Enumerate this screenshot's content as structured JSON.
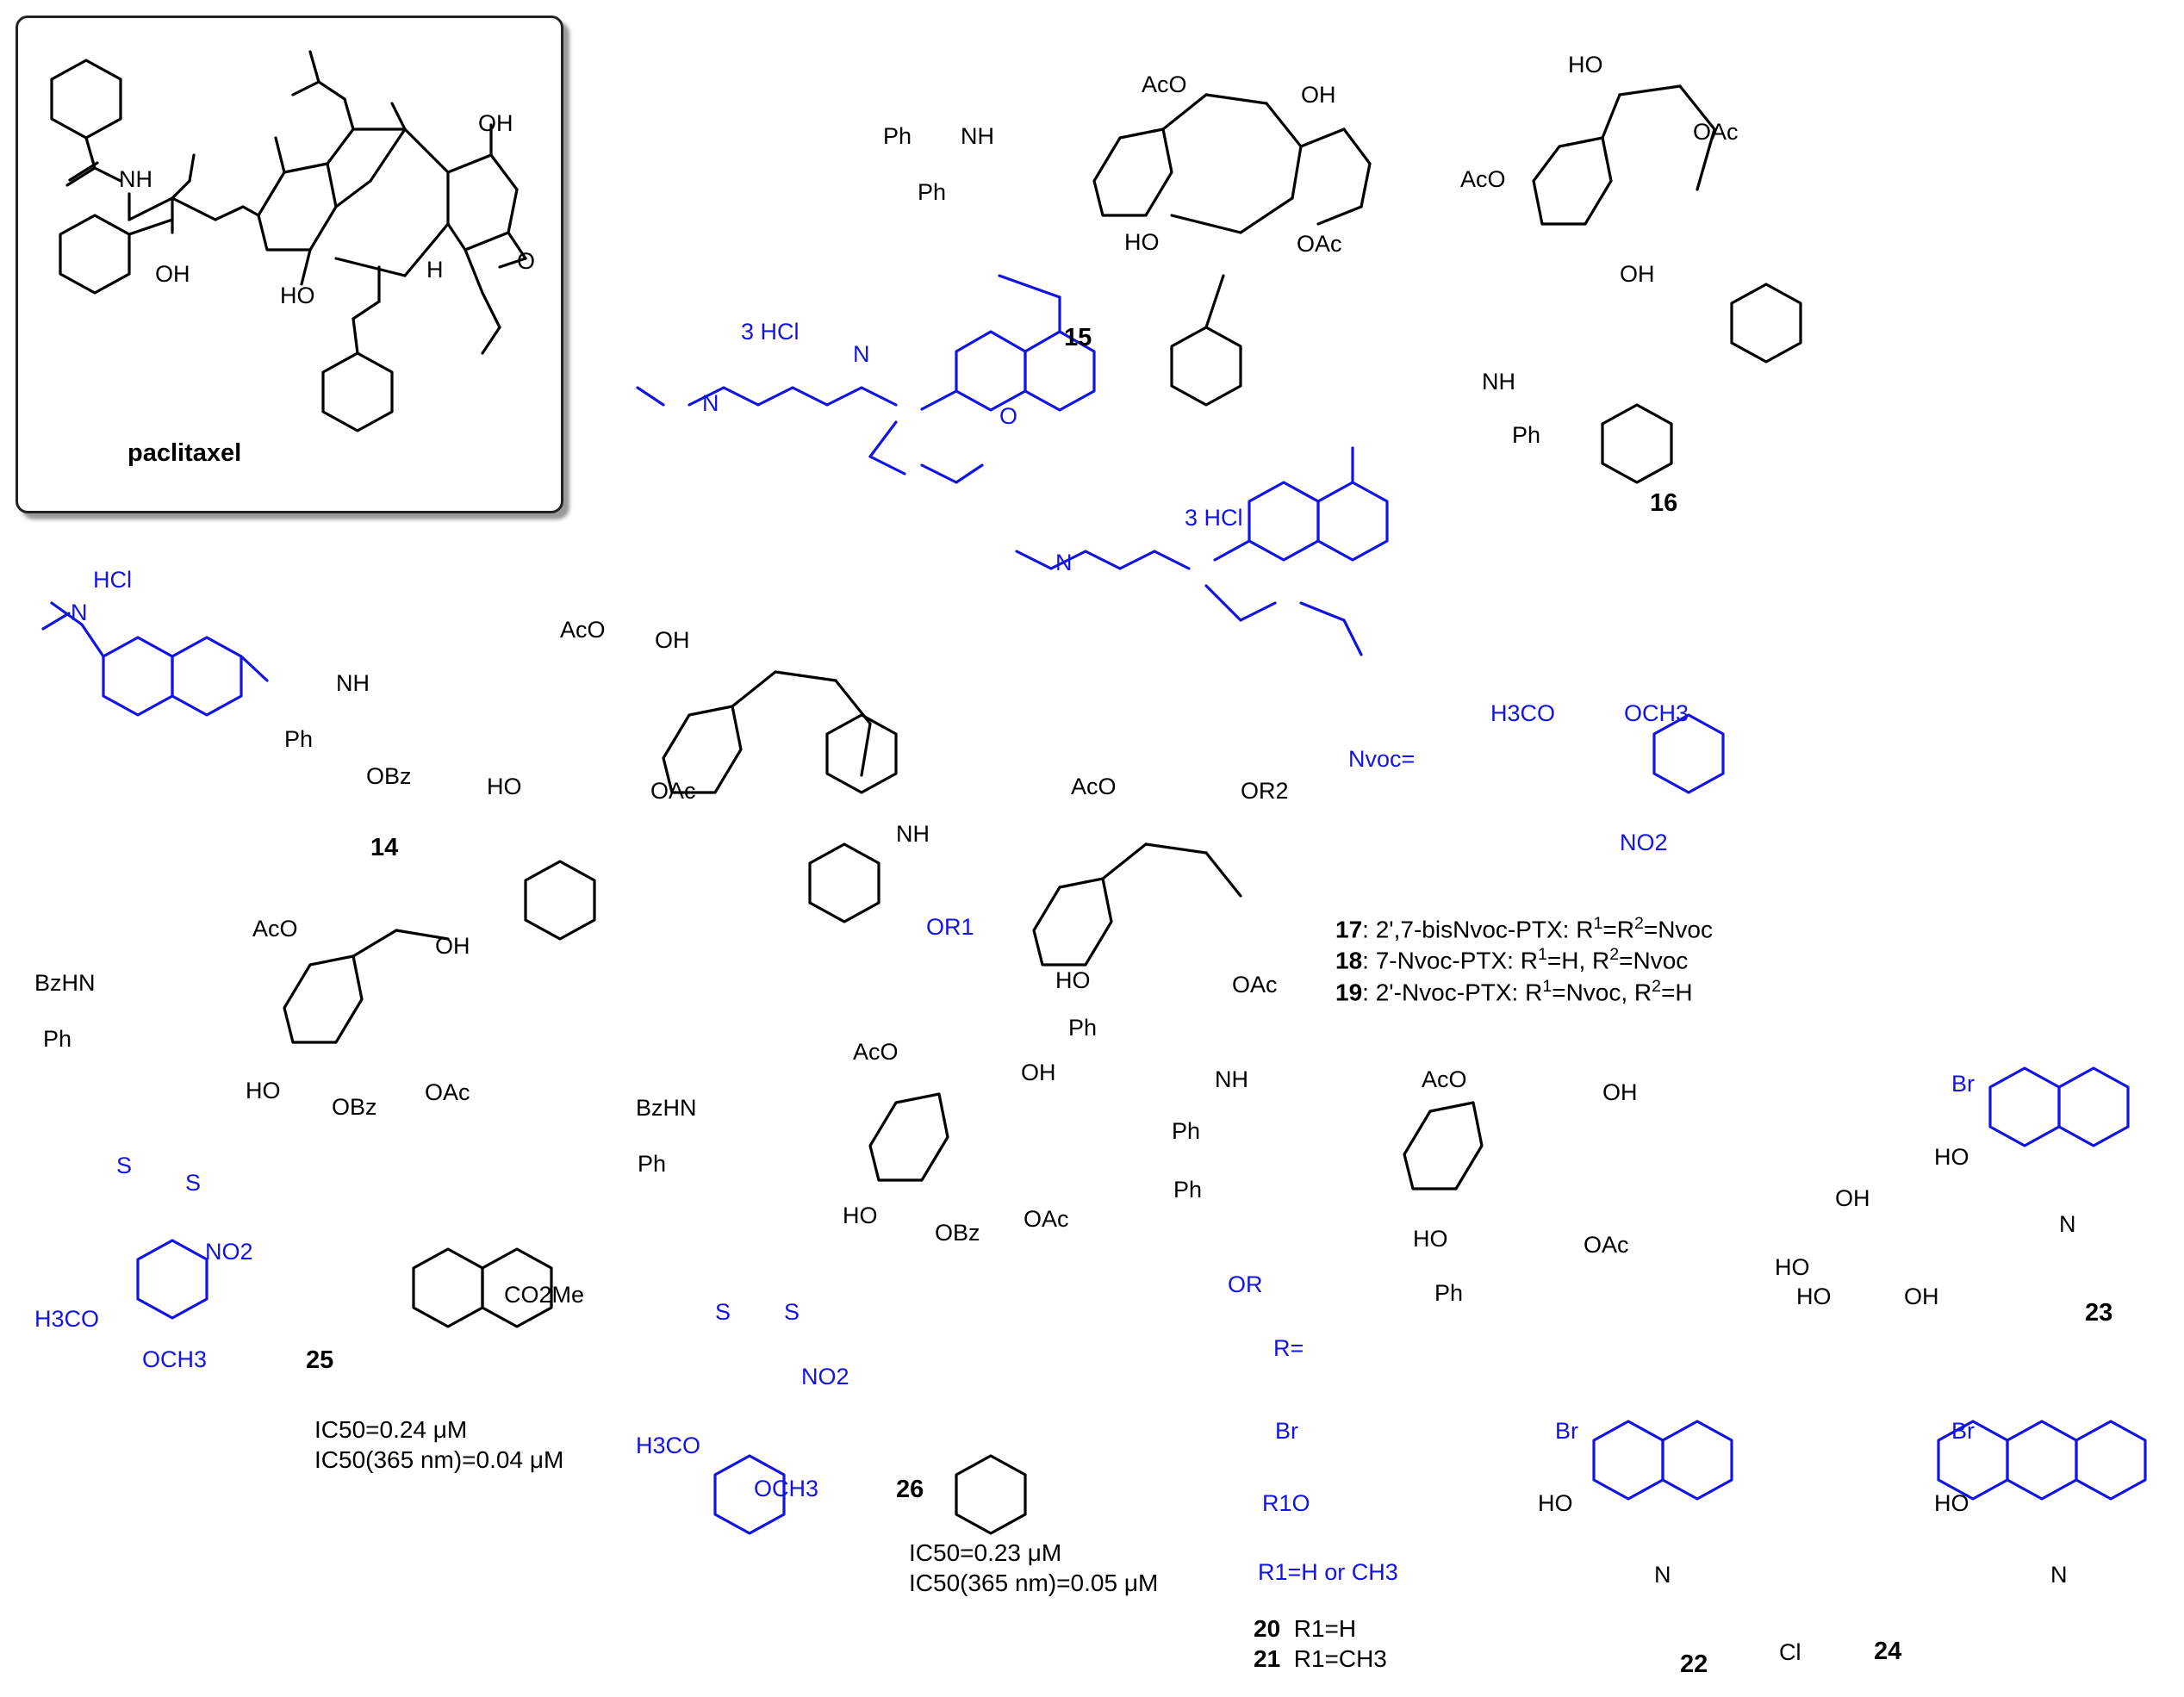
{
  "paclitaxel_box": {
    "name": "paclitaxel"
  },
  "compounds": {
    "c14": {
      "id": "14",
      "salt": "HCl"
    },
    "c15": {
      "id": "15",
      "salt": "3 HCl"
    },
    "c16": {
      "id": "16",
      "salt": "3 HCl"
    },
    "c17_19": {
      "lines": [
        {
          "id": "17",
          "text": ": 2',7-bisNvoc-PTX: R",
          "r": "1",
          "mid": "=R",
          "r2": "2",
          "tail": "=Nvoc"
        },
        {
          "id": "18",
          "text": ": 7-Nvoc-PTX: R",
          "r": "1",
          "mid": "=H, R",
          "r2": "2",
          "tail": "=Nvoc"
        },
        {
          "id": "19",
          "text": ": 2'-Nvoc-PTX: R",
          "r": "1",
          "mid": "=Nvoc, R",
          "r2": "2",
          "tail": "=H"
        }
      ],
      "nvoc_label": "Nvoc="
    },
    "c20_21": {
      "lines": [
        {
          "id": "20",
          "text": "R1=H"
        },
        {
          "id": "21",
          "text": "R1=CH3"
        }
      ],
      "r1_def": "R1=H or CH3",
      "r_label": "R="
    },
    "c22": {
      "id": "22"
    },
    "c23": {
      "id": "23"
    },
    "c24": {
      "id": "24"
    },
    "c25": {
      "id": "25",
      "ic50": "IC50=0.24 μM",
      "ic50_365": "IC50(365 nm)=0.04 μM"
    },
    "c26": {
      "id": "26",
      "ic50": "IC50=0.23 μM",
      "ic50_365": "IC50(365 nm)=0.05 μM"
    }
  },
  "atom_labels": {
    "ph": "Ph",
    "oh": "OH",
    "ho": "HO",
    "nh": "NH",
    "aco": "AcO",
    "oac": "OAc",
    "o": "O",
    "n": "N",
    "h": "H",
    "obz": "OBz",
    "bzhn": "BzHN",
    "no2": "NO2",
    "s": "S",
    "br": "Br",
    "cl": "Cl",
    "co2me": "CO2Me",
    "h3co": "H3CO",
    "och3": "OCH3",
    "or": "OR",
    "or1": "OR1",
    "or2": "OR2",
    "r1o": "R1O"
  },
  "colors": {
    "black": "#000000",
    "blue": "#1414e0"
  }
}
